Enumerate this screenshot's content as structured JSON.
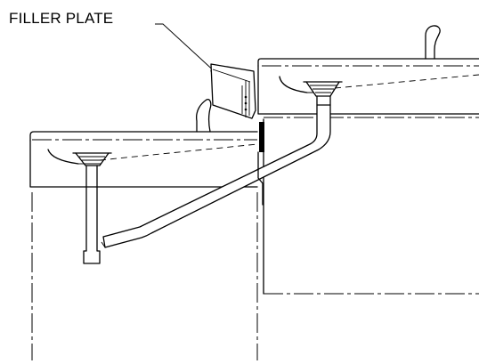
{
  "diagram": {
    "callout": "FILLER PLATE",
    "colors": {
      "line": "#000000",
      "background": "#ffffff"
    },
    "parts": [
      "left-fountain-unit",
      "right-fountain-unit",
      "filler-plate",
      "left-bubbler",
      "right-bubbler",
      "drain-pipe",
      "center-seal-strip"
    ]
  }
}
